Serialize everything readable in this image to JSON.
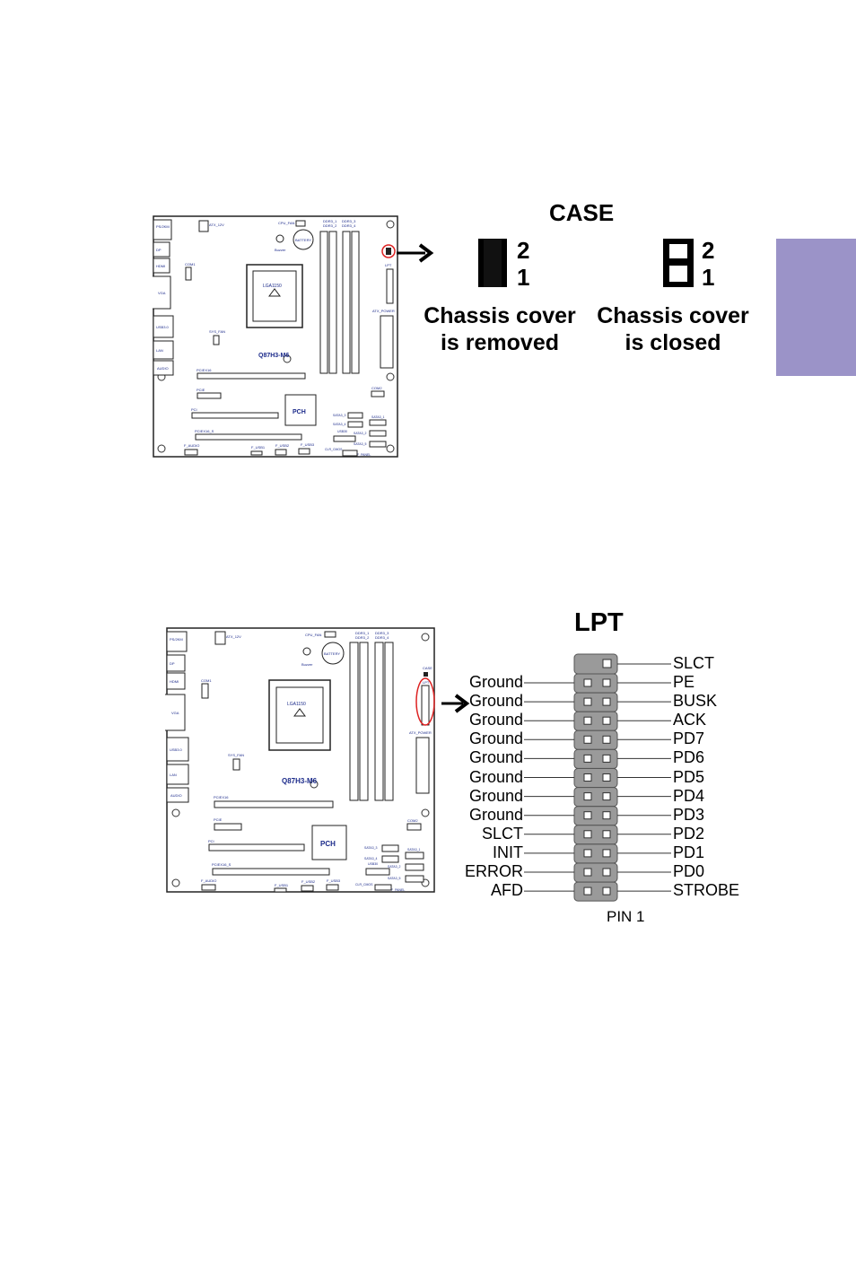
{
  "board": {
    "model": "Q87H3-M6",
    "chipset": "PCH",
    "socket": "LGA1150",
    "labels": {
      "ps2": "PS/2KM",
      "dp": "DP",
      "hdmi": "HDMI",
      "vga": "VGA",
      "usb3": "USB3.0",
      "lan": "LAN",
      "audio": "AUDIO",
      "atx12v": "ATX_12V",
      "cpu_fan": "CPU_FAN",
      "battery": "BATTERY",
      "buzzer": "Buzzer",
      "ddr3_1": "DDR3_1",
      "ddr3_2": "DDR3_2",
      "ddr3_3": "DDR3_3",
      "ddr3_4": "DDR3_4",
      "case": "CASE",
      "lpt": "LPT",
      "atx_power": "ATX_POWER",
      "com1": "COM1",
      "com2": "COM2",
      "sys_fan": "SYS_FAN",
      "pciex16": "PCIEX16",
      "pcie": "PCIE",
      "pci": "PCI",
      "pciex16_s": "PCIEX16_S",
      "f_audio": "F_AUDIO",
      "f_usb1": "F_USB1",
      "f_usb2": "F_USB2",
      "f_usb3": "F_USB3",
      "usb30": "USB30",
      "clr_cmos": "CLR_CMOS",
      "f_panel": "F_PANEL",
      "sata3_1": "SATA3_1",
      "sata3_2": "SATA3_2",
      "sata3_3": "SATA3_3",
      "sata3_4": "SATA3_4",
      "sata3_5": "SATA3_5"
    }
  },
  "case_jumper": {
    "title": "CASE",
    "pin_top": "2",
    "pin_bottom": "1",
    "removed_caption_line1": "Chassis cover",
    "removed_caption_line2": "is removed",
    "closed_caption_line1": "Chassis cover",
    "closed_caption_line2": "is closed"
  },
  "lpt": {
    "title": "LPT",
    "pin1_label": "PIN 1",
    "top_right": "SLCT",
    "rows": [
      {
        "left": "Ground",
        "right": "PE"
      },
      {
        "left": "Ground",
        "right": "BUSK"
      },
      {
        "left": "Ground",
        "right": "ACK"
      },
      {
        "left": "Ground",
        "right": "PD7"
      },
      {
        "left": "Ground",
        "right": "PD6"
      },
      {
        "left": "Ground",
        "right": "PD5"
      },
      {
        "left": "Ground",
        "right": "PD4"
      },
      {
        "left": "Ground",
        "right": "PD3"
      },
      {
        "left": "SLCT",
        "right": "PD2"
      },
      {
        "left": "INIT",
        "right": "PD1"
      },
      {
        "left": "ERROR",
        "right": "PD0"
      },
      {
        "left": "AFD",
        "right": "STROBE"
      }
    ]
  }
}
